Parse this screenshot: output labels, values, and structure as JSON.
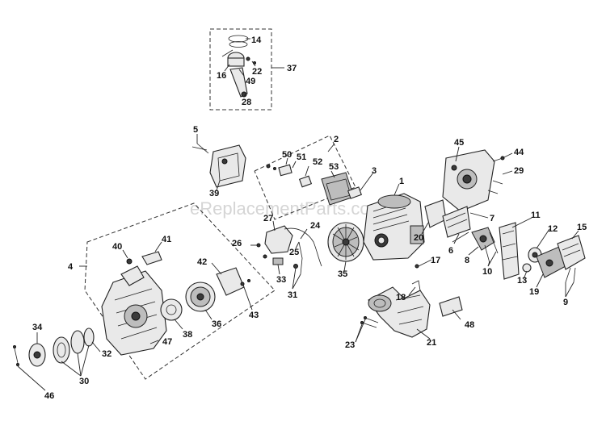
{
  "watermark": "eReplacementParts.com",
  "callouts": {
    "c1": "1",
    "c2": "2",
    "c3": "3",
    "c4": "4",
    "c5": "5",
    "c6": "6",
    "c7": "7",
    "c8": "8",
    "c9": "9",
    "c10": "10",
    "c11": "11",
    "c12": "12",
    "c13": "13",
    "c14": "14",
    "c15": "15",
    "c16": "16",
    "c17": "17",
    "c18": "18",
    "c19": "19",
    "c20": "20",
    "c21": "21",
    "c22": "22",
    "c23": "23",
    "c24": "24",
    "c25": "25",
    "c26": "26",
    "c27": "27",
    "c28": "28",
    "c29": "29",
    "c30": "30",
    "c31": "31",
    "c32": "32",
    "c33": "33",
    "c34": "34",
    "c35": "35",
    "c36": "36",
    "c37": "37",
    "c38": "38",
    "c39": "39",
    "c40": "40",
    "c41": "41",
    "c42": "42",
    "c43": "43",
    "c44": "44",
    "c45": "45",
    "c46": "46",
    "c47": "47",
    "c48": "48",
    "c49": "49",
    "c50": "50",
    "c51": "51",
    "c52": "52",
    "c53": "53"
  }
}
